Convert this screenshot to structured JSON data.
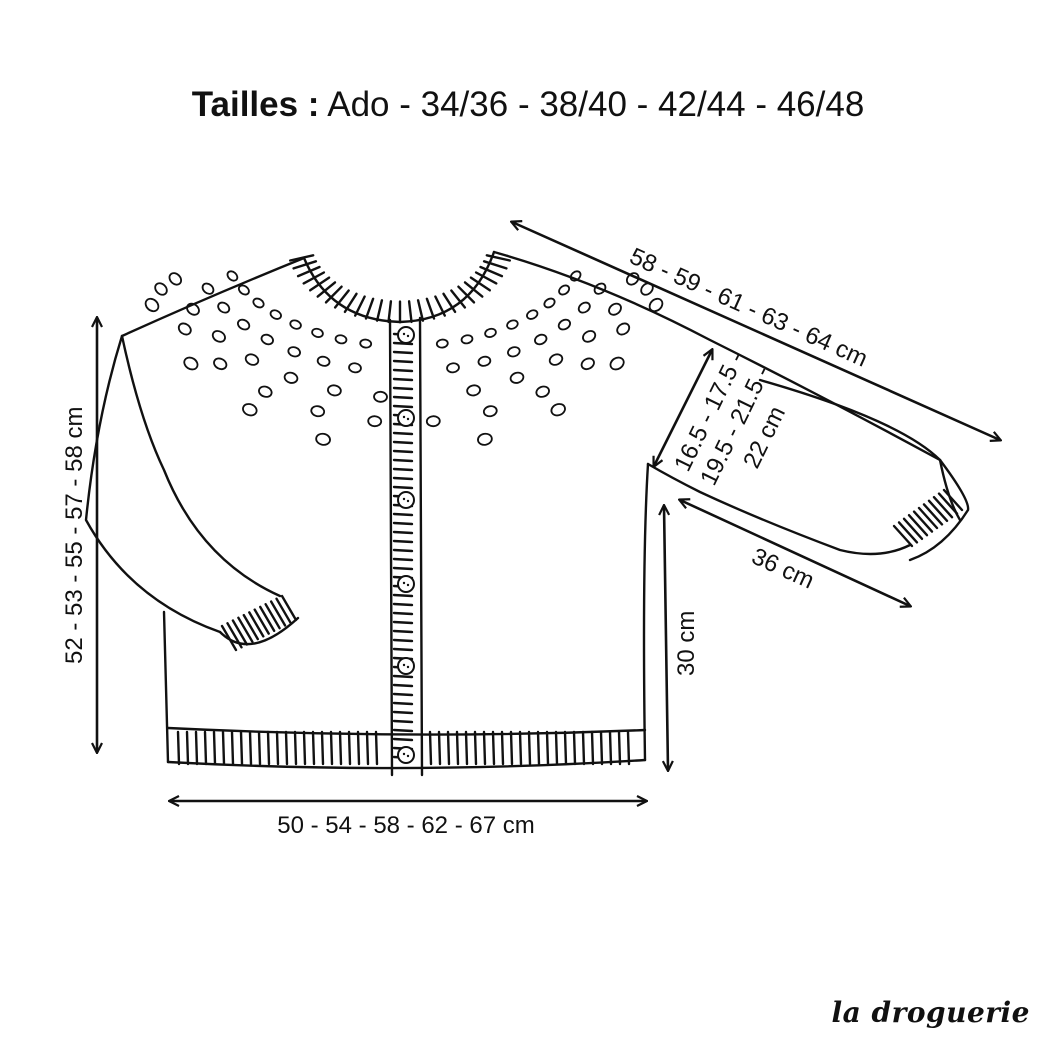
{
  "title": {
    "label": "Tailles :",
    "sizes": "Ado - 34/36 - 38/40 - 42/44 - 46/48"
  },
  "dimensions": {
    "sleeve_length": "58 - 59 - 61 - 63 - 64 cm",
    "armhole_line1": "16.5 - 17.5 -",
    "armhole_line2": "19.5 - 21.5 -",
    "armhole_line3": "22 cm",
    "underarm_sleeve": "36 cm",
    "total_length": "52 - 53 - 55 - 57 - 58 cm",
    "side_length": "30 cm",
    "width": "50 - 54 - 58 - 62 - 67 cm"
  },
  "brand": "la droguerie"
}
